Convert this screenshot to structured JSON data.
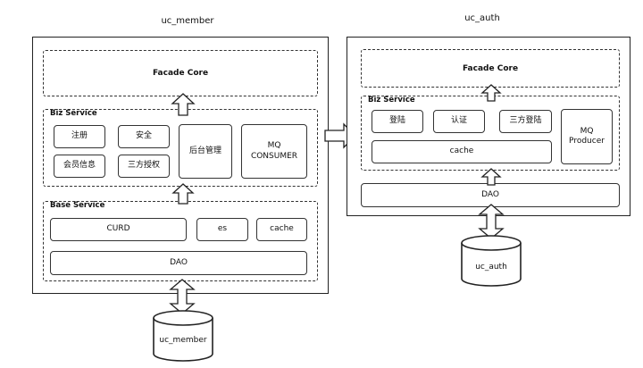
{
  "member": {
    "title": "uc_member",
    "facade": "Facade Core",
    "biz_label": "Biz Service",
    "biz_items": [
      "注册",
      "安全",
      "会员信息",
      "三方授权"
    ],
    "admin": "后台管理",
    "mq_consumer": [
      "MQ",
      "CONSUMER"
    ],
    "base_label": "Base Service",
    "base_items": [
      "CURD",
      "es",
      "cache"
    ],
    "dao": "DAO",
    "db": "uc_member"
  },
  "auth": {
    "title": "uc_auth",
    "facade": "Facade Core",
    "biz_label": "Biz Service",
    "biz_items": [
      "登陆",
      "认证",
      "三方登陆"
    ],
    "mq_producer": [
      "MQ",
      "Producer"
    ],
    "cache": "cache",
    "dao": "DAO",
    "db": "uc_auth"
  }
}
